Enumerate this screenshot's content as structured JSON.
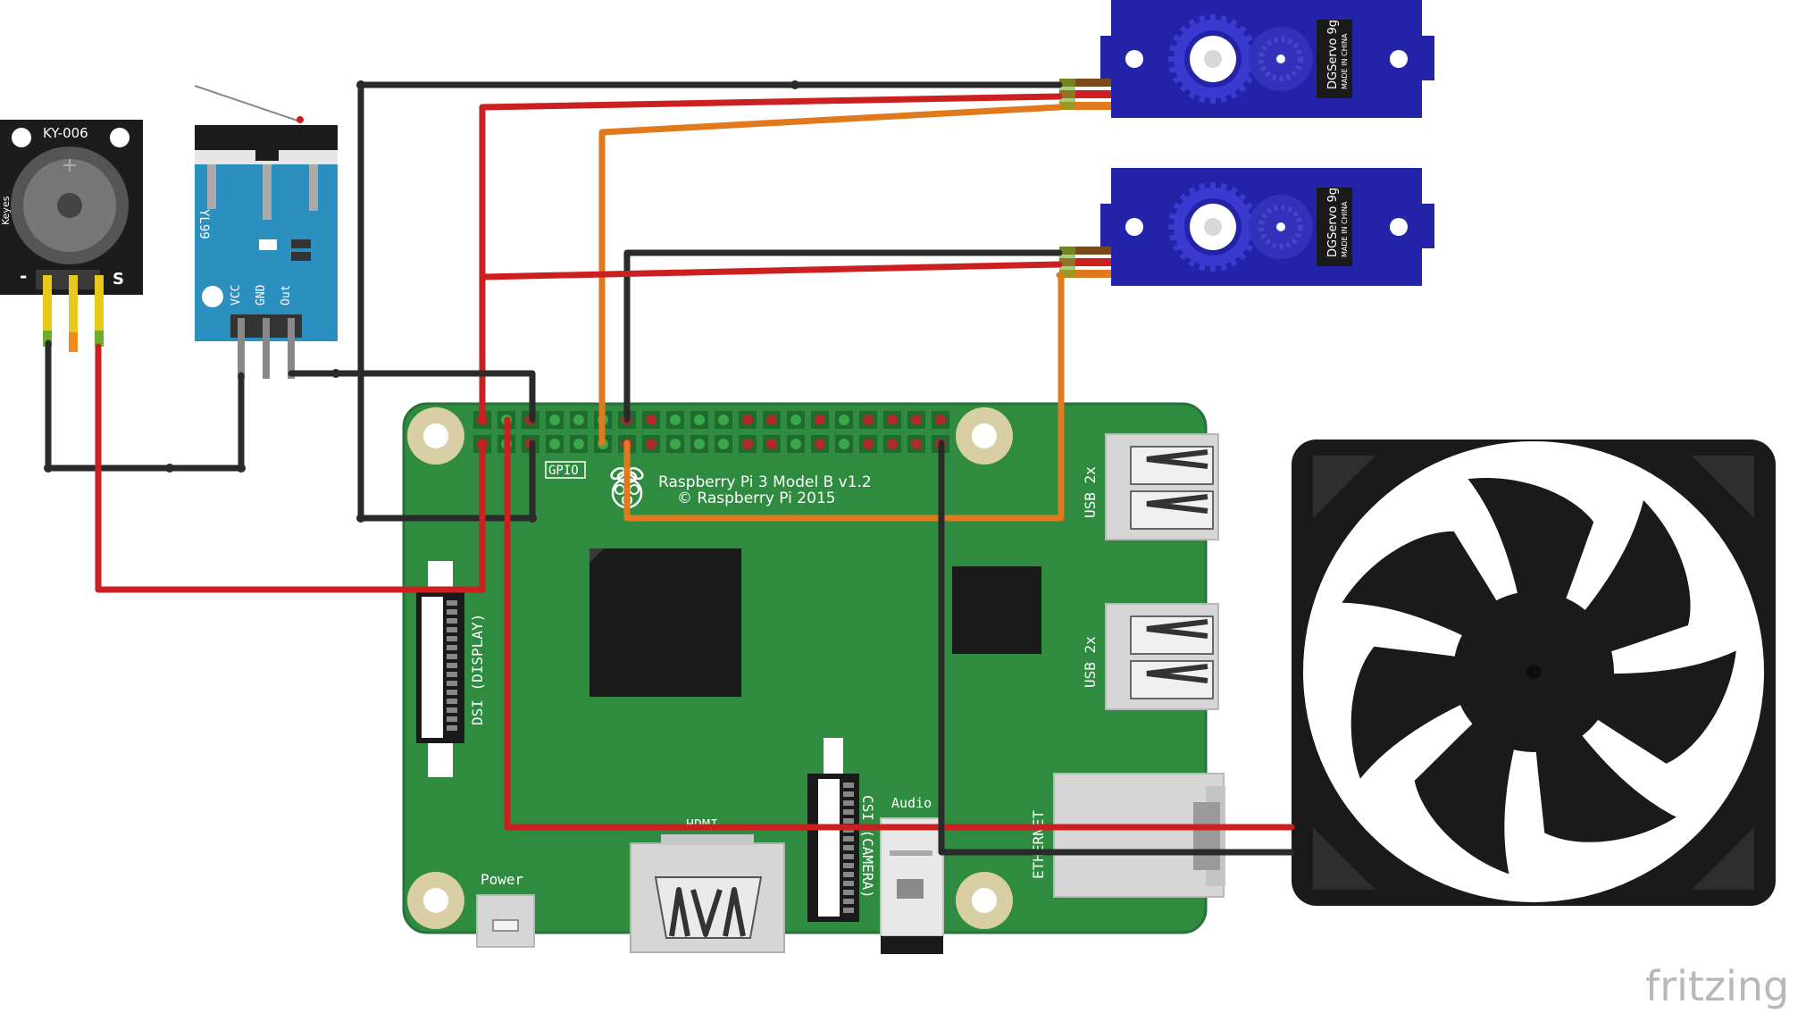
{
  "colors": {
    "board_green": "#2e8b3f",
    "wire_red": "#cc1f1f",
    "wire_black": "#2a2a2a",
    "wire_orange": "#e07a1c",
    "servo_blue": "#2323a8",
    "sensor_blue": "#2b8fbf"
  },
  "buzzer": {
    "model": "KY-006",
    "brand": "Keyes",
    "pin_minus": "-",
    "pin_s": "S"
  },
  "sensor": {
    "model": "YL99",
    "pins": [
      "VCC",
      "GND",
      "Out"
    ]
  },
  "servos": [
    {
      "label": "DGServo 9g",
      "sub": "MADE IN CHINA"
    },
    {
      "label": "DGServo 9g",
      "sub": "MADE IN CHINA"
    }
  ],
  "pi": {
    "title": "Raspberry Pi 3 Model B v1.2",
    "copyright": "© Raspberry Pi 2015",
    "gpio": "GPIO",
    "dsi": "DSI (DISPLAY)",
    "csi": "CSI (CAMERA)",
    "hdmi": "HDMI",
    "audio": "Audio",
    "power": "Power",
    "ethernet": "ETHERNET",
    "usb1": "USB 2x",
    "usb2": "USB 2x"
  },
  "fan": {
    "icon": "fan-icon"
  },
  "watermark": "fritzing"
}
